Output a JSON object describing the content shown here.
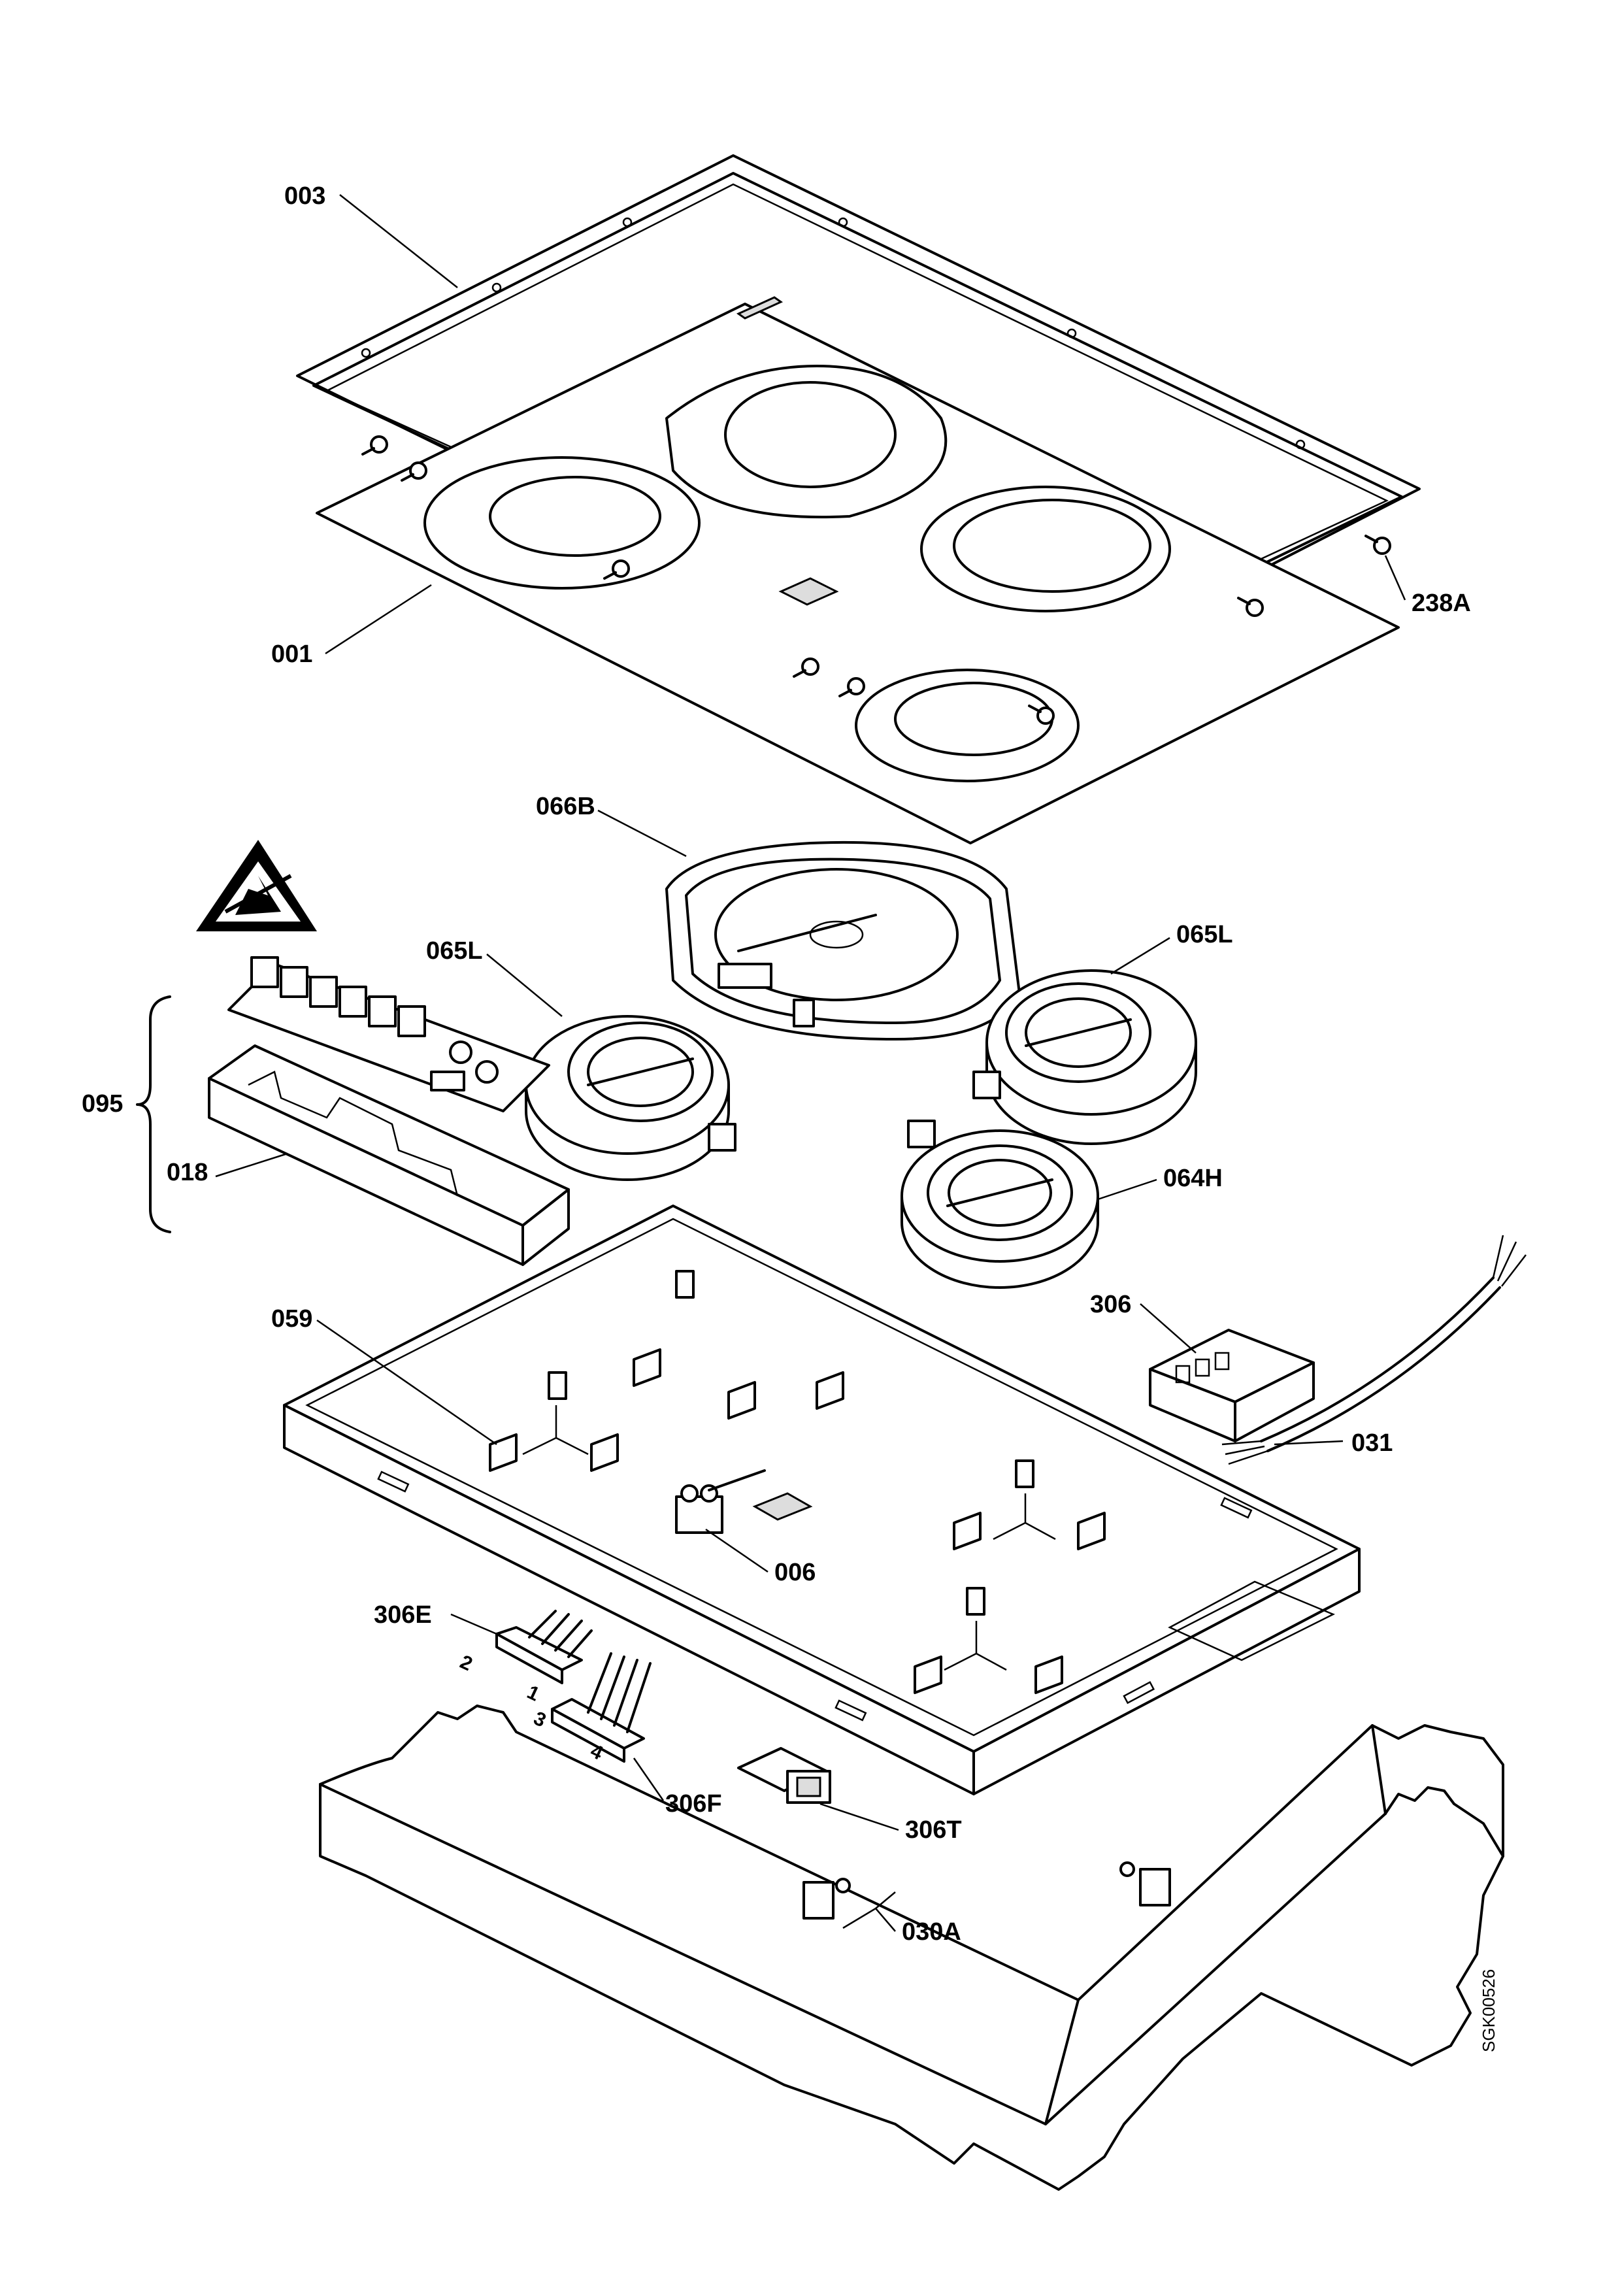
{
  "labels": {
    "p003": "003",
    "p001": "001",
    "p238A": "238A",
    "p066B": "066B",
    "p065L_left": "065L",
    "p065L_right": "065L",
    "p095": "095",
    "p018": "018",
    "p064H": "064H",
    "p306": "306",
    "p059": "059",
    "p031": "031",
    "p006": "006",
    "p306E": "306E",
    "p306F": "306F",
    "p306T": "306T",
    "p030A": "030A"
  },
  "pins": {
    "e2": "2",
    "f1": "1",
    "f3": "3",
    "f4": "4"
  },
  "drawing_code": "SGK00526",
  "icons": {
    "esd_warning": "esd-warning-icon"
  }
}
